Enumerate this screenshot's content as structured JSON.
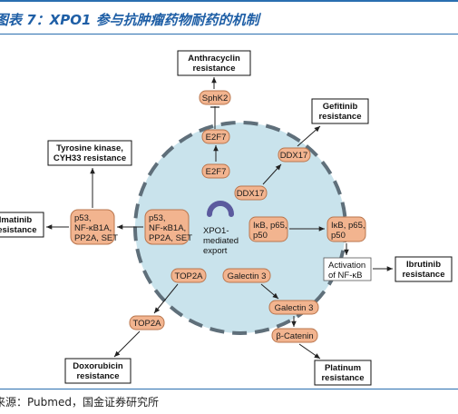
{
  "header": {
    "title": "图表 7：XPO1 参与抗肿瘤药物耐药的机制"
  },
  "footer": {
    "source": "来源：Pubmed，国金证券研究所"
  },
  "diagram": {
    "center_label": [
      "XPO1-",
      "mediated",
      "export"
    ],
    "nodes": {
      "sphk2": "SphK2",
      "e2f7_top": "E2F7",
      "e2f7_in": "E2F7",
      "ddx17_out": "DDX17",
      "ddx17_in": "DDX17",
      "p53_in": [
        "p53,",
        "NF-κB1A,",
        "PP2A, SET"
      ],
      "p53_out": [
        "p53,",
        "NF-κB1A,",
        "PP2A, SET"
      ],
      "ikb_in": [
        "IκB, p65,",
        "p50"
      ],
      "ikb_out": [
        "IκB, p65,",
        "p50"
      ],
      "top2a_in": "TOP2A",
      "top2a_out": "TOP2A",
      "galectin_in": "Galectin 3",
      "galectin_out": "Galectin 3",
      "catenin": "β-Catenin",
      "nfkb_activation": [
        "Activation",
        "of NF-κB"
      ]
    },
    "outcomes": {
      "anthracyclin": [
        "Anthracyclin",
        "resistance"
      ],
      "gefitinib": [
        "Gefitinib",
        "resistance"
      ],
      "tyrosine": [
        "Tyrosine kinase,",
        "CYH33 resistance"
      ],
      "imatinib": [
        "Imatinib",
        "resistance"
      ],
      "ibrutinib": [
        "Ibrutinib",
        "resistance"
      ],
      "doxorubicin": [
        "Doxorubicin",
        "resistance"
      ],
      "platinum": [
        "Platinum",
        "resistance"
      ]
    },
    "colors": {
      "cell_fill": "#c9e3ec",
      "cell_border": "#5f6f7a",
      "pill_fill": "#f2b48f",
      "pill_border": "#b9764e",
      "nucleus_icon": "#5b5a9e",
      "arrow": "#222222"
    }
  }
}
